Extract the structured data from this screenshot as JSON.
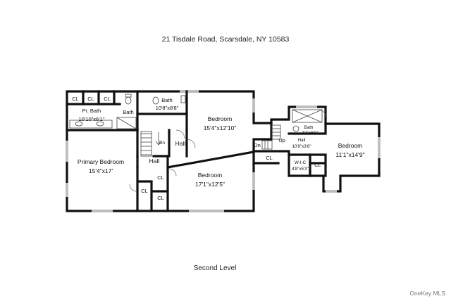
{
  "title": "21 Tisdale Road, Scarsdale, NY 10583",
  "level": "Second Level",
  "watermark": "OneKey MLS",
  "rooms": {
    "cl1": "CL",
    "cl2": "CL",
    "cl3": "CL",
    "pr_bath_name": "Pr. Bath",
    "pr_bath_dims": "10'10\"x6'1\"",
    "bath_small": "Bath",
    "bath_top_name": "Bath",
    "bath_top_dims": "10'8\"x8'8\"",
    "bedroom_top_name": "Bedroom",
    "bedroom_top_dims": "15'4\"x12'10\"",
    "primary_bedroom_name": "Primary Bedroom",
    "primary_bedroom_dims": "15'4\"x17'",
    "hall_left": "Hall",
    "hall_center": "Hall",
    "dn_stair": "Dn",
    "bedroom_mid_name": "Bedroom",
    "bedroom_mid_dims": "17'1\"x12'5\"",
    "cl4": "CL",
    "cl5": "CL",
    "cl6": "CL",
    "cl7": "CL",
    "cl8": "CL",
    "dn_right": "Dn",
    "up_right": "Up",
    "bath_right_name": "Bath",
    "bath_right_dims": "7'1\"x5'9\"",
    "hall_right_name": "Hall",
    "hall_right_dims": "10'9\"x3'6\"",
    "wic_name": "W-I-C",
    "wic_dims": "4'8\"x5'3\"",
    "bedroom_right_name": "Bedroom",
    "bedroom_right_dims": "11'1\"x14'9\""
  },
  "colors": {
    "wall": "#111111",
    "window": "#bdbdbd",
    "background": "#ffffff"
  }
}
